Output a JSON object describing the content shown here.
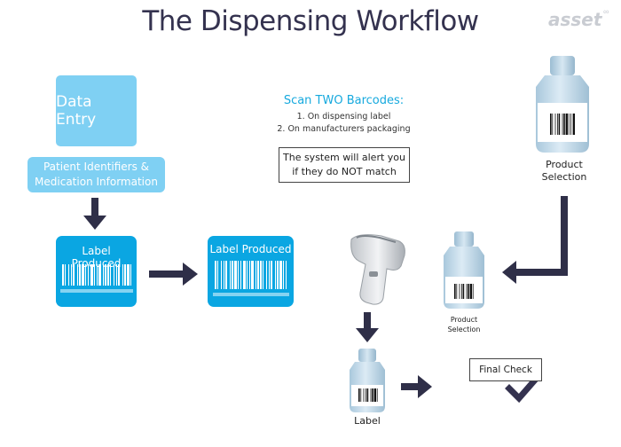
{
  "title": "The Dispensing Workflow",
  "logo": {
    "text": "asset",
    "mark": "∞"
  },
  "data_entry": {
    "label": "Data Entry"
  },
  "patient_info": {
    "line1": "Patient Identifiers &",
    "line2": "Medication Information"
  },
  "label_produced_1": {
    "label": "Label Produced"
  },
  "label_produced_2": {
    "label": "Label Produced"
  },
  "scan": {
    "title": "Scan TWO Barcodes:",
    "item1": "1. On dispensing label",
    "item2": "2. On manufacturers packaging"
  },
  "alert": {
    "line1": "The system will alert you",
    "line2": "if they do NOT match"
  },
  "product_selection_top": {
    "line1": "Product",
    "line2": "Selection"
  },
  "product_selection_mid": {
    "line1": "Product",
    "line2": "Selection"
  },
  "label_bottle": {
    "caption": "Label"
  },
  "final_check": {
    "label": "Final Check"
  },
  "icons": [
    "arrow-down-icon",
    "arrow-right-icon",
    "bottle-icon",
    "barcode-scanner-icon",
    "checkmark-icon",
    "elbow-arrow-icon"
  ],
  "colors": {
    "title": "#34324f",
    "light_blue": "#7fd0f3",
    "label_blue": "#0aa6e2",
    "scan_title": "#16a9de",
    "arrow": "#2f2f48",
    "bottle": "#b8d4e6"
  }
}
